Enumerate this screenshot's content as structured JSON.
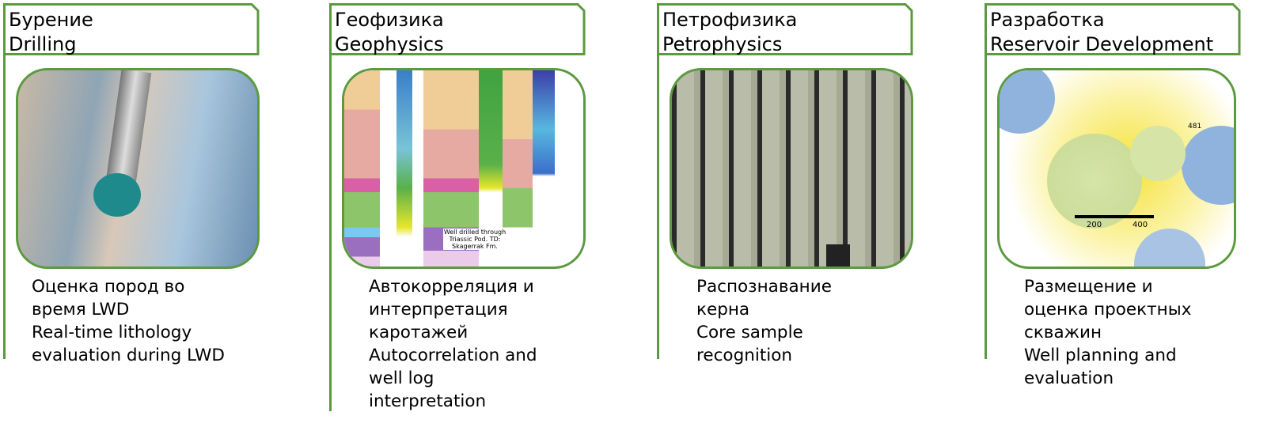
{
  "panels": [
    {
      "title_ru": "Бурение",
      "title_en": "Drilling",
      "image": "drill-bit-photo",
      "desc": [
        "Оценка пород во",
        "время LWD",
        "Real-time lithology",
        "evaluation during LWD"
      ]
    },
    {
      "title_ru": "Геофизика",
      "title_en": "Geophysics",
      "image": "well-log-correlation",
      "desc": [
        "Автокорреляция и",
        "интерпретация",
        "каротажей",
        "Autocorrelation and",
        "well log",
        "interpretation"
      ],
      "image_labels": {
        "well_note": "Well drilled through Triassic Pod. TD: Skagerrak Fm."
      }
    },
    {
      "title_ru": "Петрофизика",
      "title_en": "Petrophysics",
      "image": "core-samples-photo",
      "desc": [
        "Распознавание",
        "керна",
        "Core sample",
        "recognition"
      ]
    },
    {
      "title_ru": "Разработка",
      "title_en": "Reservoir Development",
      "image": "well-placement-map",
      "desc": [
        "Размещение и",
        "оценка проектных",
        "скважин",
        "Well planning and",
        "evaluation"
      ],
      "image_labels": {
        "scale_200": "200",
        "scale_400": "400",
        "well_481": "481"
      }
    }
  ],
  "colors": {
    "accent": "#5b9a3f"
  }
}
